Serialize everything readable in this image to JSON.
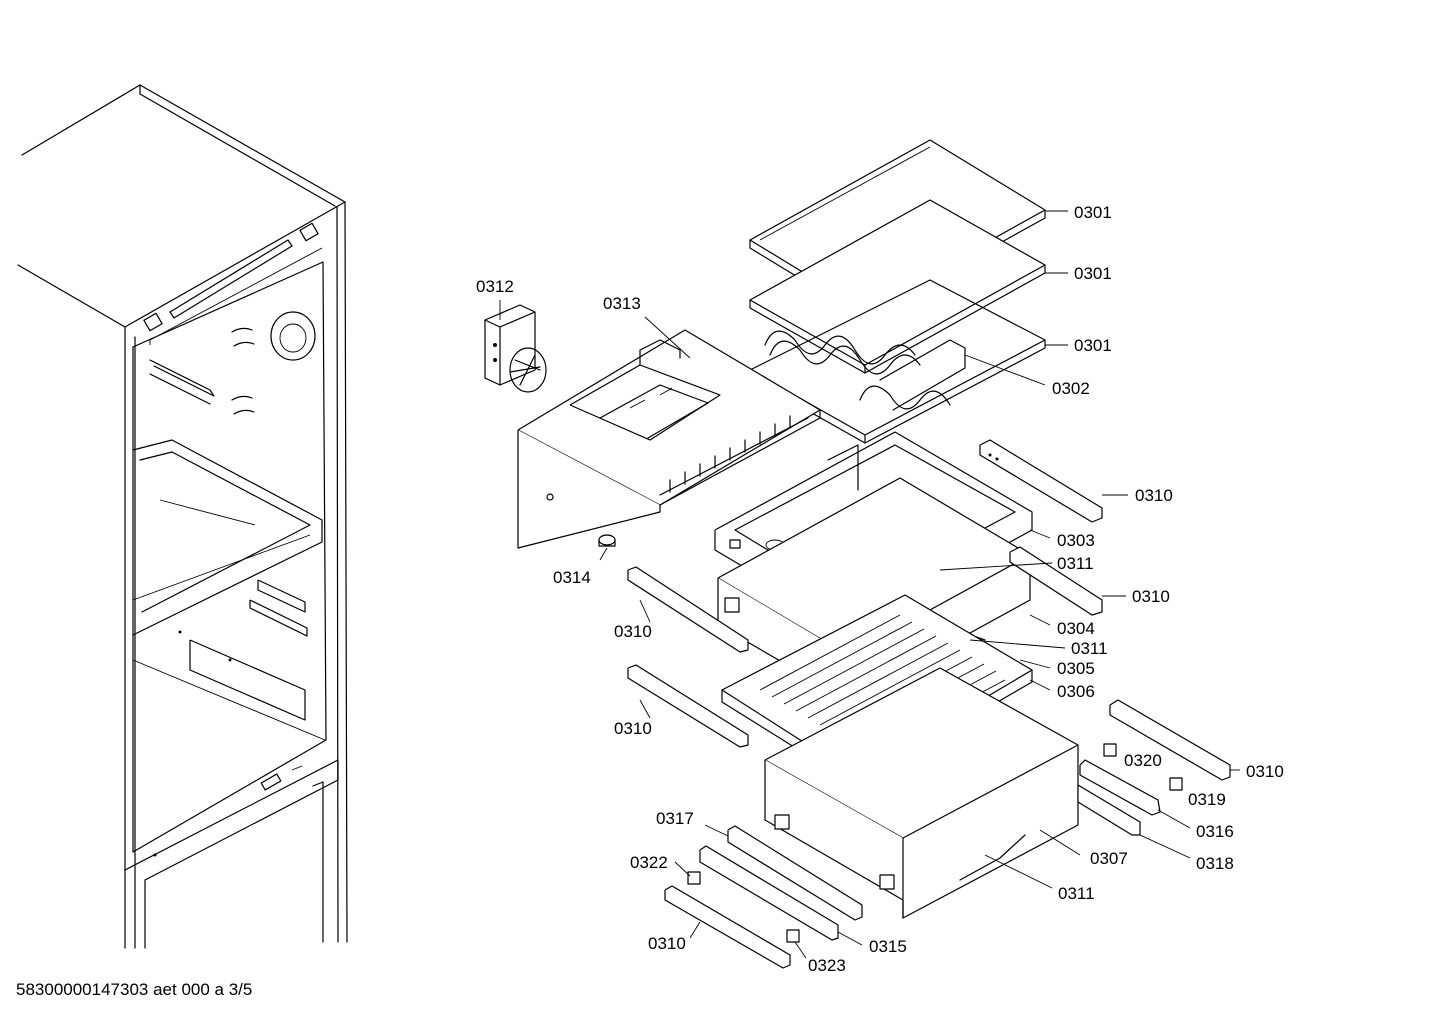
{
  "footer_text": "58300000147303 aet 000 a 3/5",
  "labels": {
    "p0301a": "0301",
    "p0301b": "0301",
    "p0301c": "0301",
    "p0302": "0302",
    "p0312": "0312",
    "p0313": "0313",
    "p0314": "0314",
    "p0303": "0303",
    "p0311a": "0311",
    "p0304": "0304",
    "p0311b": "0311",
    "p0305": "0305",
    "p0306": "0306",
    "p0307": "0307",
    "p0311c": "0311",
    "p0310a": "0310",
    "p0310b": "0310",
    "p0310c": "0310",
    "p0310d": "0310",
    "p0310e": "0310",
    "p0310f": "0310",
    "p0320": "0320",
    "p0319": "0319",
    "p0316": "0316",
    "p0318": "0318",
    "p0317": "0317",
    "p0322": "0322",
    "p0315": "0315",
    "p0323": "0323"
  }
}
